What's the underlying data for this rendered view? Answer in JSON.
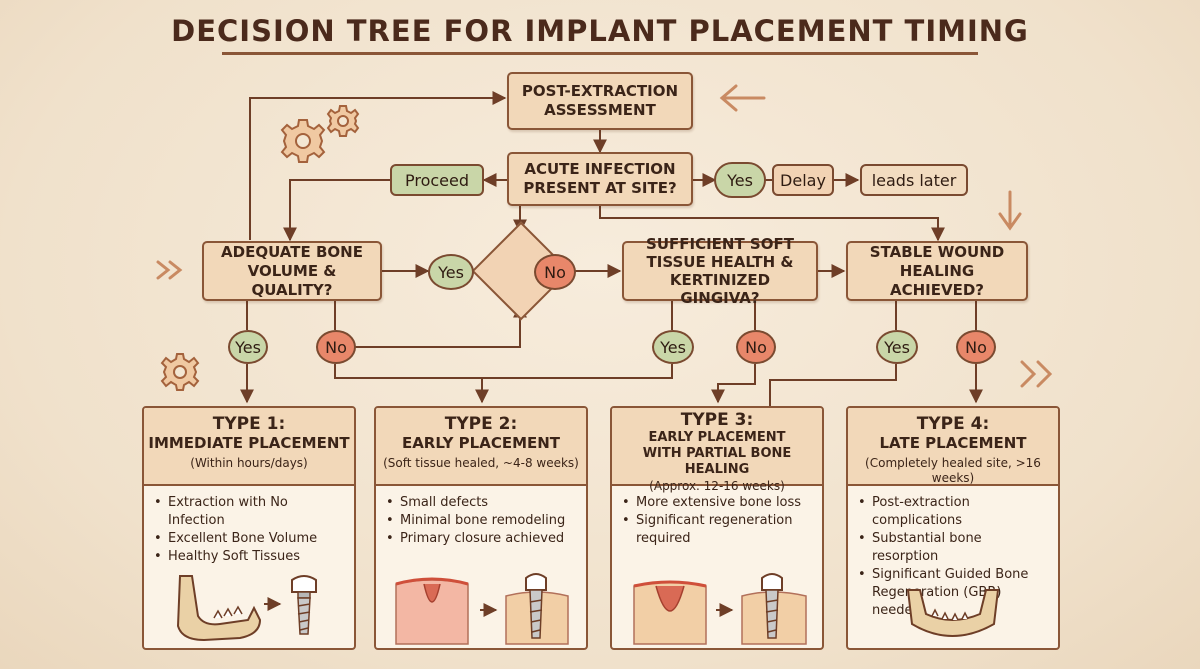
{
  "title": "DECISION TREE FOR IMPLANT PLACEMENT TIMING",
  "nodes": {
    "assessment": "POST-EXTRACTION\nASSESSMENT",
    "infection": "ACUTE INFECTION\nPRESENT AT SITE?",
    "bone": "ADEQUATE BONE\nVOLUME & QUALITY?",
    "soft_tissue": "SUFFICIENT SOFT\nTISSUE HEALTH &\nKERTINIZED GINGIVA?",
    "wound": "STABLE WOUND\nHEALING ACHIEVED?"
  },
  "labels": {
    "proceed": "Proceed",
    "yes": "Yes",
    "no": "No",
    "delay": "Delay",
    "leads_later": "leads later"
  },
  "cards": [
    {
      "type": "TYPE 1:",
      "name": "IMMEDIATE PLACEMENT",
      "note": "(Within hours/days)",
      "items": [
        "Extraction with No Infection",
        "Excellent Bone Volume",
        "Healthy Soft Tissues"
      ],
      "art": "jaw-and-implant-icon"
    },
    {
      "type": "TYPE 2:",
      "name": "EARLY PLACEMENT",
      "note": "(Soft tissue healed, ~4-8 weeks)",
      "items": [
        "Small defects",
        "Minimal bone remodeling",
        "Primary closure achieved"
      ],
      "art": "socket-and-implant-icon"
    },
    {
      "type": "TYPE 3:",
      "name": "EARLY PLACEMENT\nWITH PARTIAL BONE HEALING",
      "note": "(Approx. 12-16 weeks)",
      "items": [
        "More extensive bone loss",
        "Significant regeneration required"
      ],
      "art": "defect-and-implant-icon"
    },
    {
      "type": "TYPE 4:",
      "name": "LATE PLACEMENT",
      "note": "(Completely healed site, >16 weeks)",
      "items": [
        "Post-extraction complications",
        "Substantial bone resorption",
        "Significant Guided Bone Regeneration (GBR) needed"
      ],
      "art": "healed-jaw-icon"
    }
  ],
  "colors": {
    "accent": "#8a5637",
    "box": "#f2d8b9",
    "yes": "#c9d6a8",
    "no": "#e8876a",
    "background": "#f3e6d2"
  }
}
